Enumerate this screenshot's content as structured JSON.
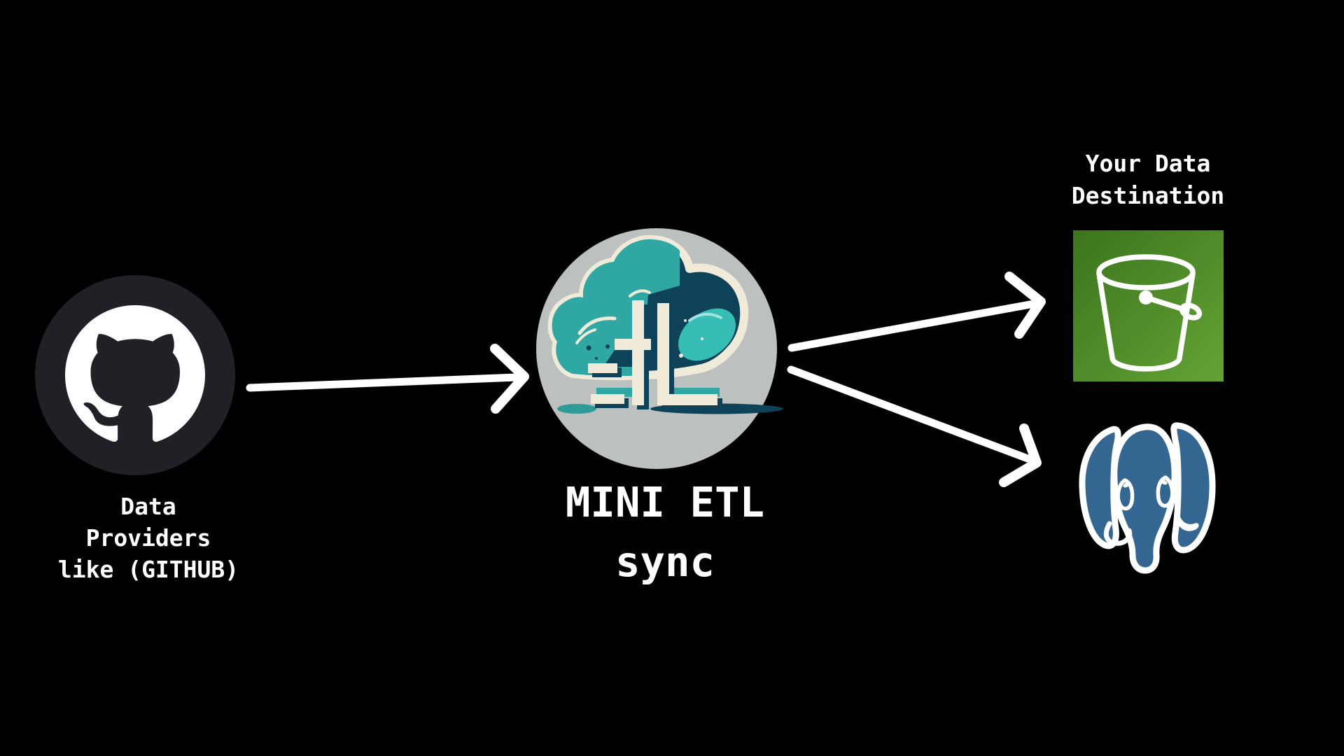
{
  "diagram": {
    "title": "Mini ETL sync data flow diagram",
    "description": "Data providers flow into MINI ETL sync, which outputs to S3 bucket and PostgreSQL destinations"
  },
  "nodes": {
    "source": {
      "label": "Data\nProviders\nlike (GITHUB)",
      "icon": "github-logo"
    },
    "etl": {
      "label": "MINI ETL\nsync",
      "icon": "mini-etl-cloud-logo",
      "logo_letters": "ETL"
    },
    "destination": {
      "label": "Your Data\nDestination",
      "icons": [
        "aws-s3-bucket",
        "postgresql-elephant"
      ]
    }
  },
  "edges": [
    {
      "from": "source",
      "to": "etl"
    },
    {
      "from": "etl",
      "to": "s3-bucket"
    },
    {
      "from": "etl",
      "to": "postgresql"
    }
  ],
  "colors": {
    "background": "#000000",
    "text": "#ffffff",
    "arrow": "#ffffff",
    "github_ring": "#221f26",
    "github_mark": "#ffffff",
    "etl_circle": "#bcc1bf",
    "etl_teal": "#2fa8a3",
    "etl_teal_bright": "#36bdb5",
    "etl_teal_ground": "#2f9b97",
    "etl_dark": "#0e4258",
    "etl_cream": "#f0ead8",
    "s3_green_dark": "#3b741d",
    "s3_green_light": "#63a335",
    "bucket_stroke": "#ffffff",
    "postgres_blue": "#336791",
    "postgres_stroke": "#ffffff"
  }
}
